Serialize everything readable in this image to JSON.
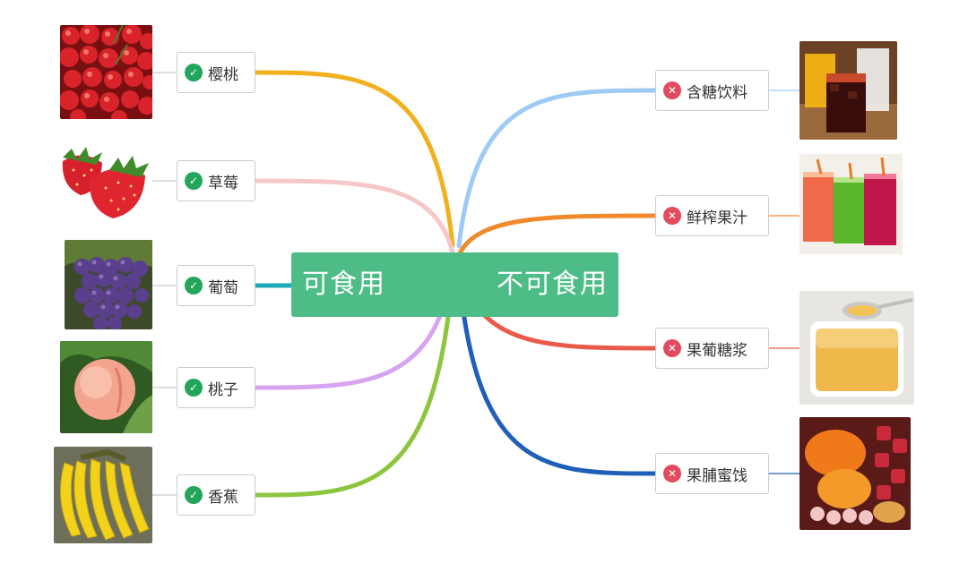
{
  "center": {
    "left_label": "可食用",
    "right_label": "不可食用",
    "color": "#4dbc86"
  },
  "edible": [
    {
      "label": "樱桃",
      "color": "#f2b01e",
      "icon": "check-circle-icon",
      "photo": "cherries"
    },
    {
      "label": "草莓",
      "color": "#f7c6c6",
      "icon": "check-circle-icon",
      "photo": "strawberries"
    },
    {
      "label": "葡萄",
      "color": "#1fa8b5",
      "icon": "check-circle-icon",
      "photo": "grapes"
    },
    {
      "label": "桃子",
      "color": "#d8a3f0",
      "icon": "check-circle-icon",
      "photo": "peach"
    },
    {
      "label": "香蕉",
      "color": "#8cc63f",
      "icon": "check-circle-icon",
      "photo": "bananas"
    }
  ],
  "inedible": [
    {
      "label": "含糖饮料",
      "color": "#9ecbf5",
      "icon": "x-circle-icon",
      "photo": "sugary-drinks"
    },
    {
      "label": "鲜榨果汁",
      "color": "#f08a2c",
      "icon": "x-circle-icon",
      "photo": "fresh-juice"
    },
    {
      "label": "果葡糖浆",
      "color": "#ea5a4a",
      "icon": "x-circle-icon",
      "photo": "syrup"
    },
    {
      "label": "果脯蜜饯",
      "color": "#1f5fb8",
      "icon": "x-circle-icon",
      "photo": "candied-fruit"
    }
  ]
}
